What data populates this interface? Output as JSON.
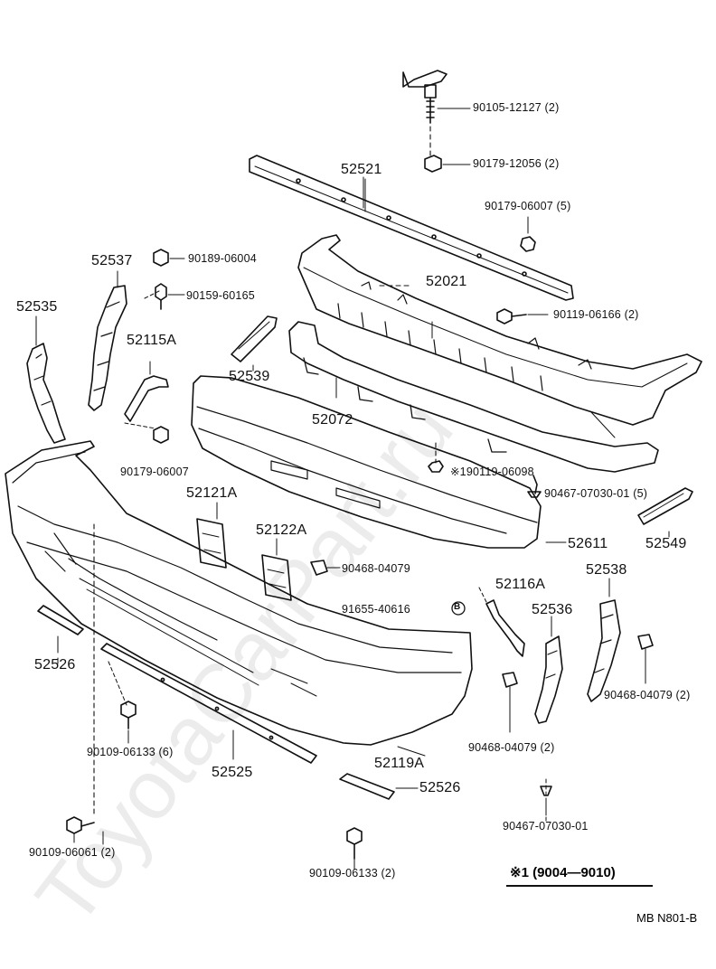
{
  "watermark": "ToyotaCarPart.ru",
  "note": "※1 (9004—9010)",
  "reference": "MB  N801-B",
  "labels": {
    "p90105_12127": "90105-12127 (2)",
    "p90179_12056": "90179-12056 (2)",
    "p52521": "52521",
    "p90179_06007_5": "90179-06007 (5)",
    "p52537": "52537",
    "p90189_06004": "90189-06004",
    "p90159_60165": "90159-60165",
    "p52021": "52021",
    "p90119_06166": "90119-06166 (2)",
    "p52535": "52535",
    "p52115A": "52115A",
    "p52539": "52539",
    "p52072": "52072",
    "p90179_06007": "90179-06007",
    "p90119_06098": "※190119-06098",
    "p90467_07030_5": "90467-07030-01 (5)",
    "p52121A": "52121A",
    "p52611": "52611",
    "p52549": "52549",
    "p52122A": "52122A",
    "p90468_04079": "90468-04079",
    "p52538": "52538",
    "p52116A": "52116A",
    "p91655_40616": "91655-40616",
    "circle_b": "B",
    "p52536": "52536",
    "p52526_left": "52526",
    "p90468_04079_2r": "90468-04079 (2)",
    "p90109_06133_6": "90109-06133 (6)",
    "p52525": "52525",
    "p52119A": "52119A",
    "p90468_04079_2": "90468-04079 (2)",
    "p52526_right": "52526",
    "p90467_07030": "90467-07030-01",
    "p90109_06061": "90109-06061 (2)",
    "p90109_06133_2": "90109-06133 (2)"
  }
}
